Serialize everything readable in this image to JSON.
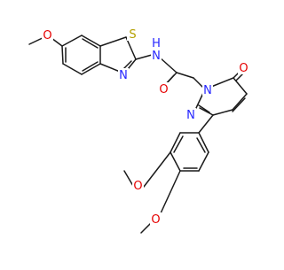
{
  "colors": {
    "bond": "#1a1a1a",
    "O": "#e60000",
    "N": "#2525ff",
    "S": "#b3a000"
  },
  "atoms": {
    "o_methoxy_top": "O",
    "s_thiazole": "S",
    "n_amide": "N",
    "h_amide": "H",
    "n_thiazole": "N",
    "o_amide": "O",
    "n_pyridazine_1": "N",
    "o_ketone": "O",
    "n_pyridazine_2": "N",
    "o_methoxy_3": "O",
    "o_methoxy_4": "O"
  }
}
